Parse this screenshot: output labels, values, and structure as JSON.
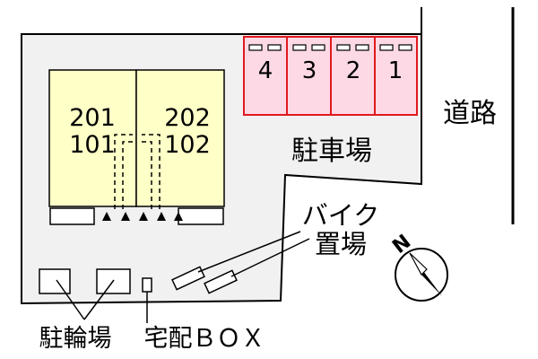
{
  "diagram": {
    "rooms": {
      "left_upper": "201",
      "left_lower": "101",
      "right_upper": "202",
      "right_lower": "102"
    },
    "parking_spaces": [
      "4",
      "3",
      "2",
      "1"
    ],
    "labels": {
      "parking": "駐車場",
      "road": "道路",
      "bike_line1": "バイク",
      "bike_line2": "置場",
      "bicycle": "駐輪場",
      "delivery_box": "宅配ＢＯＸ",
      "north": "N"
    },
    "colors": {
      "lot": "#f1f1f1",
      "building": "#ffffc8",
      "parking_fill": "#fcd9e4",
      "parking_stroke": "#e0191e"
    }
  }
}
